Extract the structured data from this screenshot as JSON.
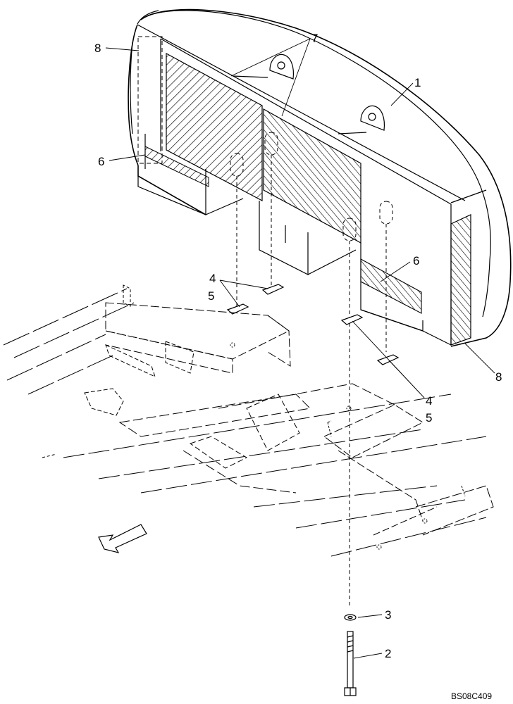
{
  "diagram": {
    "figure_code": "BS08C409",
    "callouts": {
      "c1": "1",
      "c2": "2",
      "c3": "3",
      "c4a": "4",
      "c5a": "5",
      "c4b": "4",
      "c5b": "5",
      "c6a": "6",
      "c6b": "6",
      "c7": "7",
      "c8a": "8",
      "c8b": "8"
    }
  }
}
